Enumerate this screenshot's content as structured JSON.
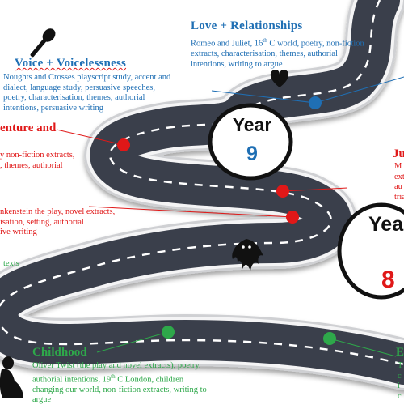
{
  "colors": {
    "road": "#3a3f4b",
    "road_edge": "#d9dadc",
    "blue": "#1f6fb4",
    "red": "#e01818",
    "green": "#2ea84a"
  },
  "years": [
    {
      "word": "Year",
      "number": "9"
    },
    {
      "word": "Year",
      "number": "8"
    }
  ],
  "sections": {
    "love": {
      "title": "Love + Relationships",
      "lines": [
        "Romeo and Juliet, 16th C world, poetry, non-fiction",
        "extracts, characterisation, themes, authorial",
        "intentions, writing to argue"
      ]
    },
    "voice": {
      "title": "Voice + Voicelessness",
      "lines": [
        "Noughts and Crosses playscript study, accent and",
        "dialect, language study,  persuasive speeches,",
        "poetry, characterisation, themes, authorial",
        "intentions, persuasive writing"
      ]
    },
    "adventure": {
      "title_fragment": "enture and",
      "lines": [
        "y non-fiction extracts,",
        ",  themes,  authorial"
      ]
    },
    "frankenstein": {
      "lines": [
        "nkenstein the play, novel extracts,",
        "isation, setting, authorial",
        "ive writing"
      ]
    },
    "texts_fragment": "texts",
    "justice_fragment": {
      "title": "Ju",
      "lines": [
        "M",
        "ext",
        "au",
        "tria"
      ]
    },
    "childhood": {
      "title": "Childhood",
      "lines": [
        "Oliver Twist (the play and novel extracts), poetry,",
        "authorial intentions, 19th C London, children",
        "changing our world, non-fiction extracts, writing to",
        "argue"
      ]
    },
    "right_green_fragment": {
      "title": "E",
      "lines": [
        "T",
        "c",
        "i",
        "c"
      ]
    }
  },
  "icons": [
    "microphone-icon",
    "heart-icon",
    "ghost-icon",
    "child-silhouette-icon"
  ]
}
